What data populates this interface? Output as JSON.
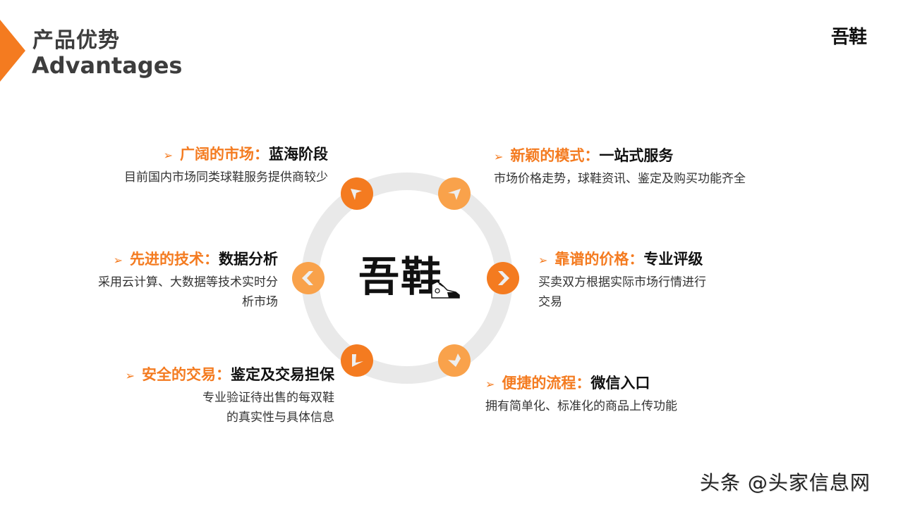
{
  "header": {
    "title_cn": "产品优势",
    "title_en": "Advantages",
    "logo": "吾鞋",
    "accent_color": "#F47B20"
  },
  "center": {
    "logo": "吾鞋",
    "ring_color": "#E9E9E9"
  },
  "colors": {
    "dark_orange": "#F47B20",
    "light_orange": "#F9A24B"
  },
  "items": [
    {
      "position": "top-left",
      "bullet": "➢",
      "key": "广阔的市场：",
      "value": "蓝海阶段",
      "desc": [
        "目前国内市场同类球鞋服务提供商较少"
      ]
    },
    {
      "position": "top-right",
      "bullet": "➢",
      "key": "新颖的模式：",
      "value": "一站式服务",
      "desc": [
        "市场价格走势，球鞋资讯、鉴定及购买功能齐全"
      ]
    },
    {
      "position": "middle-left",
      "bullet": "➢",
      "key": "先进的技术：",
      "value": "数据分析",
      "desc": [
        "采用云计算、大数据等技术实时分",
        "析市场"
      ]
    },
    {
      "position": "middle-right",
      "bullet": "➢",
      "key": "靠谱的价格：",
      "value": "专业评级",
      "desc": [
        "买卖双方根据实际市场行情进行",
        "交易"
      ]
    },
    {
      "position": "bottom-left",
      "bullet": "➢",
      "key": "安全的交易：",
      "value": "鉴定及交易担保",
      "desc": [
        "专业验证待出售的每双鞋",
        "的真实性与具体信息"
      ]
    },
    {
      "position": "bottom-right",
      "bullet": "➢",
      "key": "便捷的流程：",
      "value": "微信入口",
      "desc": [
        "拥有简单化、标准化的商品上传功能"
      ]
    }
  ],
  "arrows": [
    {
      "name": "arrow-up-left-icon",
      "tone": "dark"
    },
    {
      "name": "arrow-up-right-icon",
      "tone": "light"
    },
    {
      "name": "arrow-left-icon",
      "tone": "light"
    },
    {
      "name": "arrow-right-icon",
      "tone": "dark"
    },
    {
      "name": "arrow-down-left-icon",
      "tone": "dark"
    },
    {
      "name": "arrow-down-right-icon",
      "tone": "light"
    }
  ],
  "watermark": "头条 @头家信息网"
}
